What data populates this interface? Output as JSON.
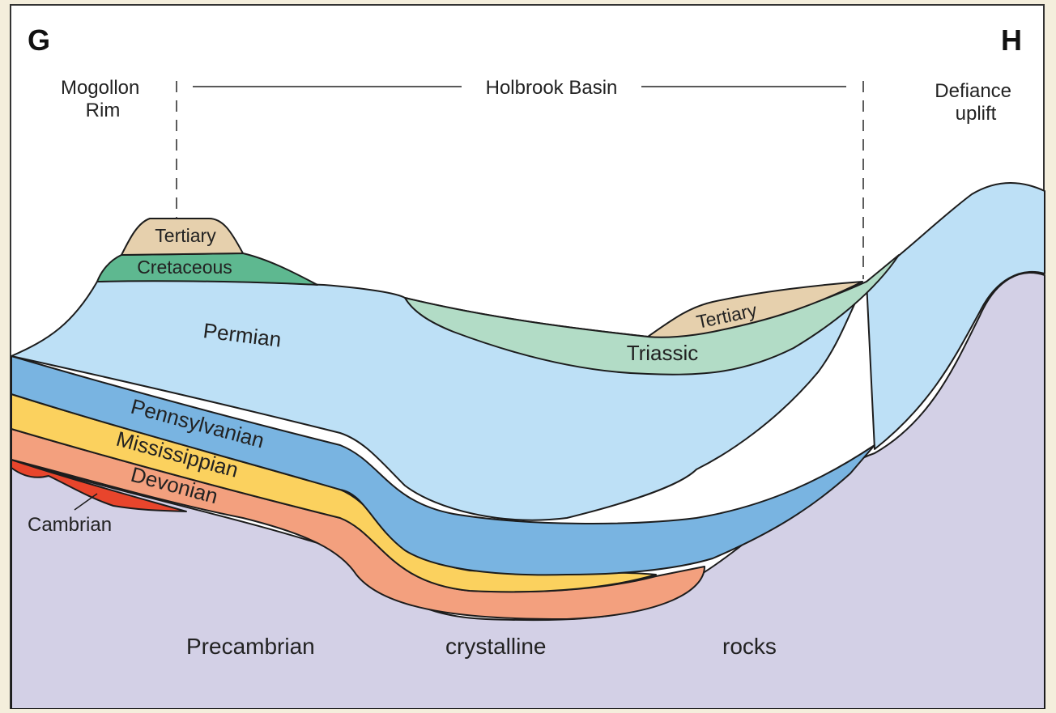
{
  "colors": {
    "frame_bg": "#f4eedc",
    "panel_bg": "#ffffff",
    "precambrian": "#d3d0e6",
    "cambrian": "#e8452c",
    "devonian": "#f3a07e",
    "mississippian": "#fbd15e",
    "pennsylvanian": "#79b4e1",
    "permian": "#bde0f6",
    "triassic": "#b2dcc6",
    "cretaceous": "#5eb890",
    "tertiary": "#e6d0ad"
  },
  "section": {
    "start_label": "G",
    "end_label": "H"
  },
  "places": {
    "mogollon_rim": [
      "Mogollon",
      "Rim"
    ],
    "holbrook_basin": "Holbrook Basin",
    "defiance_uplift": [
      "Defiance",
      "uplift"
    ]
  },
  "units": {
    "tertiary_left": "Tertiary",
    "tertiary_right": "Tertiary",
    "cretaceous": "Cretaceous",
    "permian": "Permian",
    "triassic": "Triassic",
    "pennsylvanian": "Pennsylvanian",
    "mississippian": "Mississippian",
    "devonian": "Devonian",
    "cambrian": "Cambrian"
  },
  "basement": [
    "Precambrian",
    "crystalline",
    "rocks"
  ]
}
